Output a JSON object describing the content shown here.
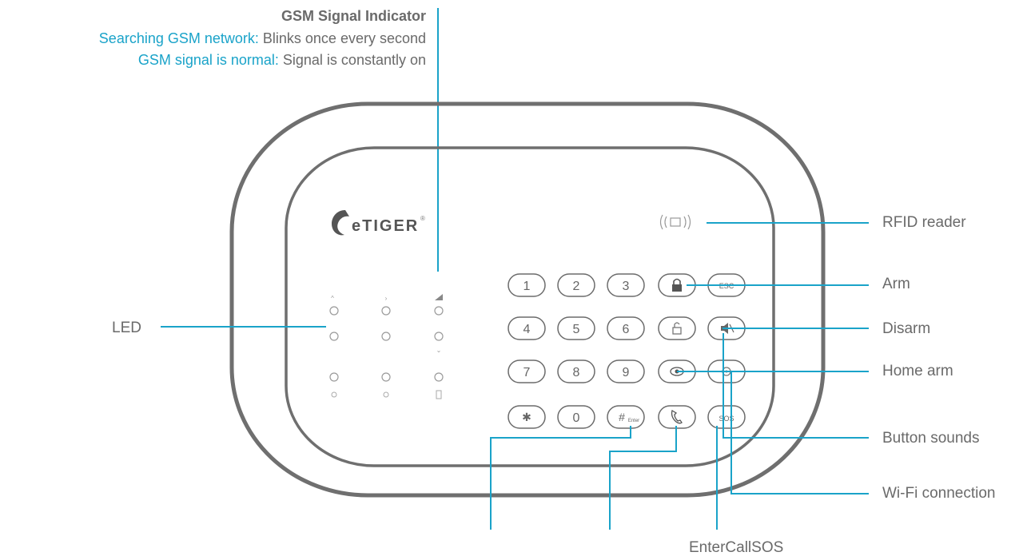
{
  "gsm_indicator": {
    "title": "GSM Signal Indicator",
    "line1_label": "Searching GSM network:",
    "line1_text": " Blinks once every second",
    "line2_label": "GSM signal is normal:",
    "line2_text": " Signal is constantly on"
  },
  "device": {
    "brand": "eTIGER",
    "registered_mark": "®",
    "rfid_symbol": "((ꟷ))",
    "keys": {
      "row1": [
        "1",
        "2",
        "3",
        "lock",
        "ESC"
      ],
      "row2": [
        "4",
        "5",
        "6",
        "unlock",
        "mute"
      ],
      "row3": [
        "7",
        "8",
        "9",
        "home",
        "wifi"
      ],
      "row4": [
        "✱",
        "0",
        "#",
        "call",
        "SOS"
      ]
    },
    "key_subtexts": {
      "enter": "Enter"
    }
  },
  "labels": {
    "rfid": "RFID reader",
    "arm": "Arm",
    "disarm": "Disarm",
    "home_arm": "Home arm",
    "button_sounds": "Button sounds",
    "wifi": "Wi-Fi connection",
    "led": "LED",
    "bottom": "EnterCallSOS"
  },
  "colors": {
    "accent": "#1aa3c9",
    "text_gray": "#6a6a6a",
    "outline": "#6f6f6f"
  }
}
